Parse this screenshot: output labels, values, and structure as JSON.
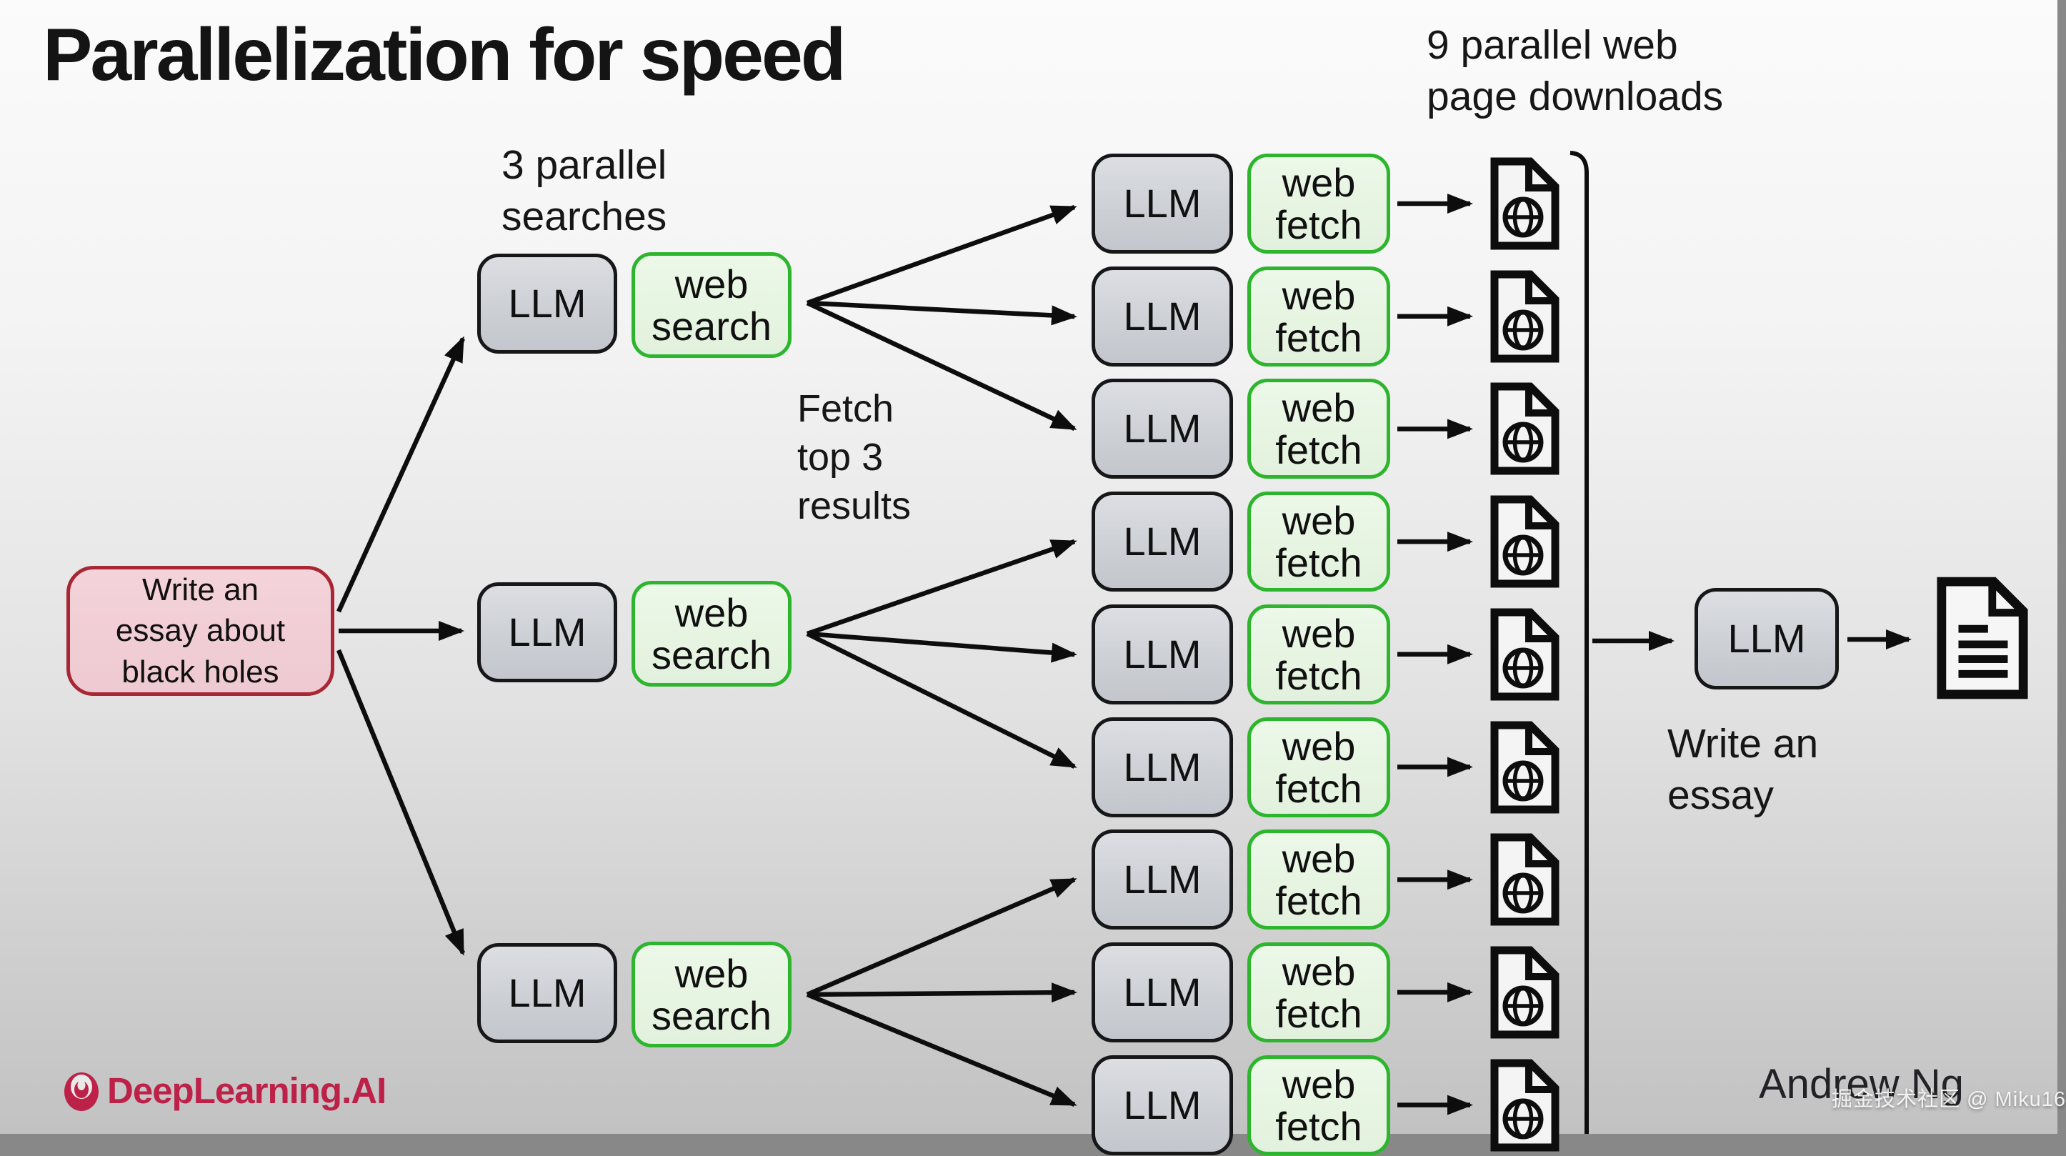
{
  "title": "Parallelization for speed",
  "annotations": {
    "searches_label": [
      "3 parallel",
      "searches"
    ],
    "downloads_label": [
      "9 parallel web",
      "page downloads"
    ],
    "fetch_label": [
      "Fetch",
      "top 3",
      "results"
    ],
    "write_essay_label": [
      "Write an",
      "essay"
    ]
  },
  "prompt": {
    "lines": [
      "Write an",
      "essay about",
      "black holes"
    ],
    "text": "Write an essay about black holes"
  },
  "search_pipelines": [
    {
      "llm": "LLM",
      "tool": "web search"
    },
    {
      "llm": "LLM",
      "tool": "web search"
    },
    {
      "llm": "LLM",
      "tool": "web search"
    }
  ],
  "fetch_pipelines": [
    {
      "llm": "LLM",
      "tool": "web fetch"
    },
    {
      "llm": "LLM",
      "tool": "web fetch"
    },
    {
      "llm": "LLM",
      "tool": "web fetch"
    },
    {
      "llm": "LLM",
      "tool": "web fetch"
    },
    {
      "llm": "LLM",
      "tool": "web fetch"
    },
    {
      "llm": "LLM",
      "tool": "web fetch"
    },
    {
      "llm": "LLM",
      "tool": "web fetch"
    },
    {
      "llm": "LLM",
      "tool": "web fetch"
    },
    {
      "llm": "LLM",
      "tool": "web fetch"
    }
  ],
  "final": {
    "llm": "LLM"
  },
  "icons": {
    "web_page": "web-page-globe-icon",
    "essay_document": "essay-document-icon",
    "brand_mark": "deeplearning-logo-mark"
  },
  "footer": {
    "brand": "DeepLearning.AI",
    "author": "Andrew Ng",
    "watermark": "掘金技术社区 @ Miku16"
  },
  "colors": {
    "background_top": "#fbfbfb",
    "background_bottom": "#c2c2c3",
    "llm_fill": "#d4d6da",
    "llm_border": "#17171a",
    "tool_fill": "#eaf6e6",
    "tool_border": "#2db52d",
    "prompt_fill": "#f2cfd6",
    "prompt_border": "#a92635",
    "arrow": "#0d0d0d",
    "brand_red": "#bd2148"
  }
}
